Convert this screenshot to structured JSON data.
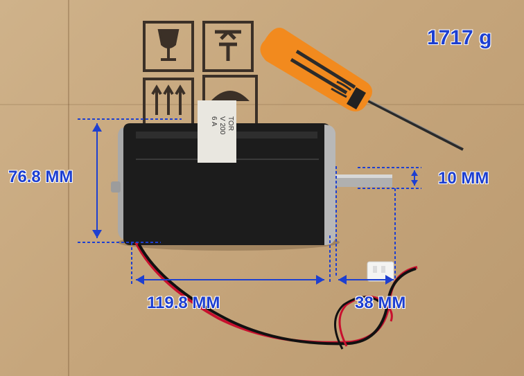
{
  "weight_label": "1717 g",
  "dimensions": {
    "diameter": "76.8 MM",
    "body_length": "119.8 MM",
    "shaft_length": "38 MM",
    "shaft_diameter": "10 MM"
  },
  "motor_sticker": {
    "line1": "TOR",
    "line2": "V 200",
    "line3": "6 A"
  },
  "colors": {
    "annotation": "#1d3fd0",
    "cardboard": "#c9aa80",
    "motor_body": "#1c1c1c",
    "screwdriver_handle": "#f28a1e"
  },
  "icons": [
    "fragile-glass-icon",
    "this-way-up-icon",
    "keep-dry-umbrella-icon",
    "stack-limit-icon"
  ]
}
